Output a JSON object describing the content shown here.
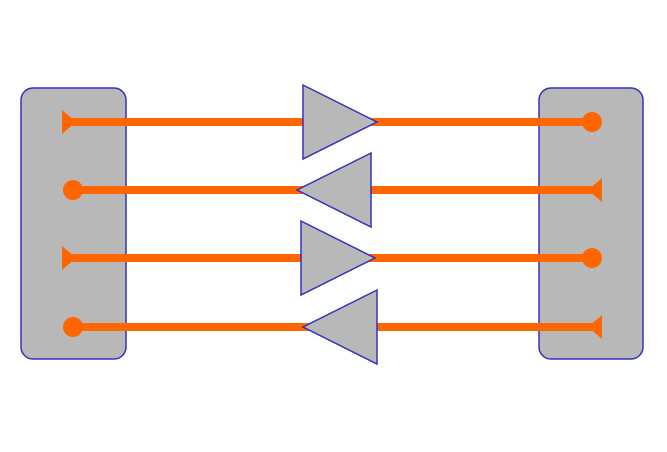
{
  "colors": {
    "background": "#ffffff",
    "block_fill": "#b8b8b8",
    "block_stroke": "#3333bb",
    "line": "#ff6600",
    "buffer_fill": "#b8b8b8",
    "buffer_stroke": "#3333bb"
  },
  "diagram": {
    "left_block": {
      "name": "left-block"
    },
    "right_block": {
      "name": "right-block"
    },
    "connections": [
      {
        "name": "connection-1",
        "direction": "left-to-right",
        "left_end": "triangle-marker",
        "right_end": "dot-marker"
      },
      {
        "name": "connection-2",
        "direction": "right-to-left",
        "left_end": "dot-marker",
        "right_end": "triangle-marker"
      },
      {
        "name": "connection-3",
        "direction": "left-to-right",
        "left_end": "triangle-marker",
        "right_end": "dot-marker"
      },
      {
        "name": "connection-4",
        "direction": "right-to-left",
        "left_end": "dot-marker",
        "right_end": "triangle-marker"
      }
    ]
  }
}
